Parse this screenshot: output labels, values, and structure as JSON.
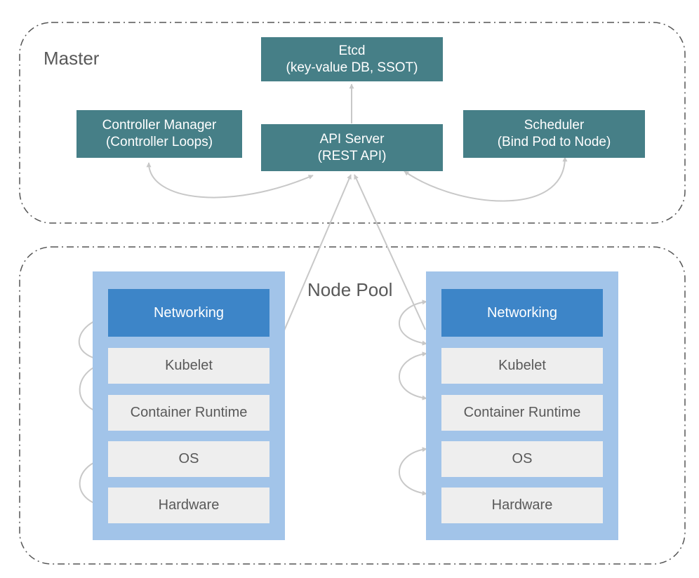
{
  "regions": {
    "master_label": "Master",
    "node_pool_label": "Node Pool"
  },
  "master": {
    "etcd": {
      "line1": "Etcd",
      "line2": "(key-value DB, SSOT)"
    },
    "controller_manager": {
      "line1": "Controller Manager",
      "line2": "(Controller Loops)"
    },
    "api_server": {
      "line1": "API Server",
      "line2": "(REST API)"
    },
    "scheduler": {
      "line1": "Scheduler",
      "line2": "(Bind Pod to Node)"
    }
  },
  "nodes": [
    {
      "layers": [
        "Networking",
        "Kubelet",
        "Container Runtime",
        "OS",
        "Hardware"
      ]
    },
    {
      "layers": [
        "Networking",
        "Kubelet",
        "Container Runtime",
        "OS",
        "Hardware"
      ]
    }
  ],
  "colors": {
    "master_component": "#467f87",
    "node_column": "#a2c4e9",
    "networking_layer": "#3d85c8",
    "plain_layer": "#eeeeee",
    "arrow": "#c8c8c8",
    "dashed_border": "#555555"
  }
}
